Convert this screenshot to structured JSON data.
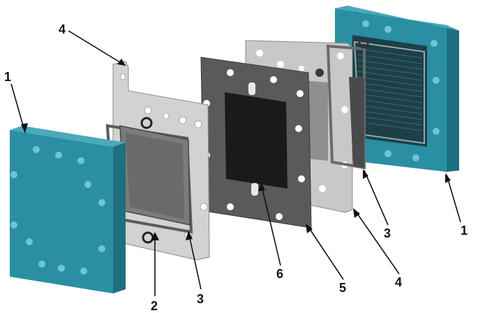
{
  "callouts": {
    "end_plate_left": "1",
    "end_plate_right": "1",
    "current_collector_left": "4",
    "current_collector_right": "4",
    "flow_field_left": "2",
    "gasket_left": "3",
    "gasket_right": "3",
    "mea_active_area": "6",
    "mea_frame": "5"
  },
  "colors": {
    "end_plate": "#2a8fa3",
    "end_plate_dark": "#1f6f80",
    "current_collector": "#c8c8c8",
    "membrane_frame": "#5a5a5a",
    "active_area": "#1a1a1a",
    "flow_field": "#7b7b7b",
    "bolt_hole": "#6ec5d6"
  }
}
